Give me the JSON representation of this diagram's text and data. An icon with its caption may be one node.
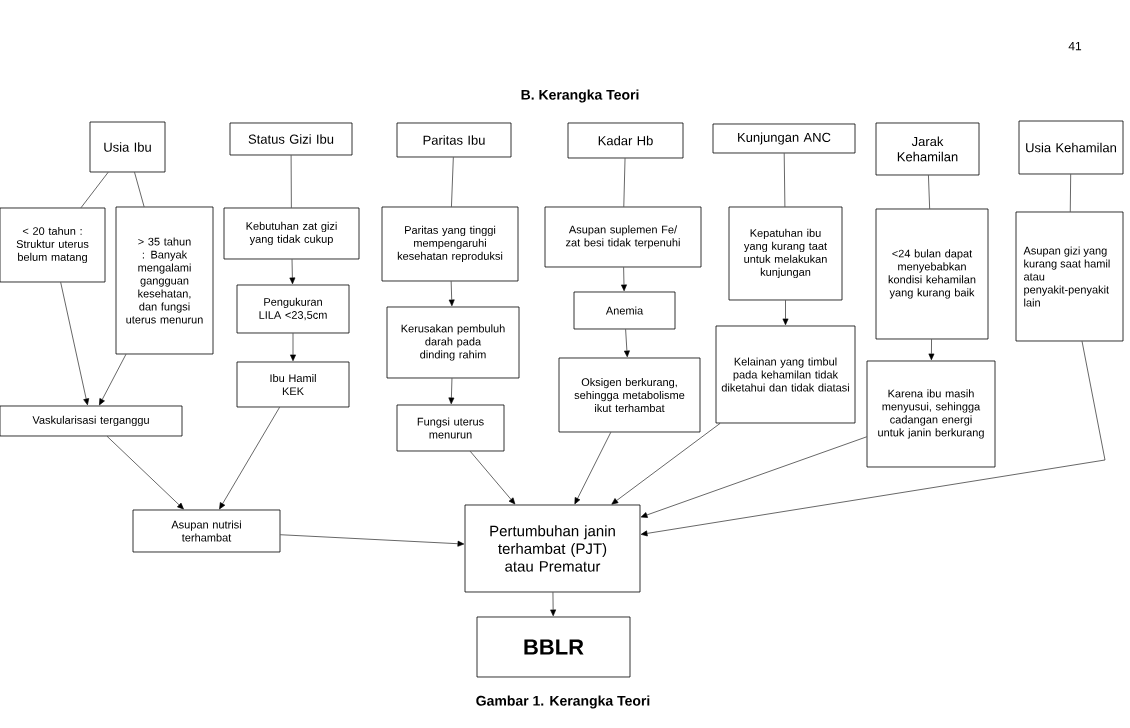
{
  "diagram": {
    "title": "B.  Kerangka Teori",
    "caption": "Gambar 1. Kerangka Teori",
    "nodes": [
      {
        "text": [
          "Usia Ibu"
        ]
      },
      {
        "text": [
          "Status Gizi Ibu"
        ]
      },
      {
        "text": [
          "Paritas Ibu"
        ]
      },
      {
        "text": [
          "Kadar Hb"
        ]
      },
      {
        "text": [
          "Kunjungan ANC"
        ]
      },
      {
        "text": [
          "Jarak Kehamilan"
        ]
      },
      {
        "text": [
          "Usia Kehamilan"
        ]
      },
      {
        "text": [
          "< 20 tahun : Struktur uterus belum matang"
        ]
      },
      {
        "text": [
          "> 35 tahun : Banyak mengalami gangguan kesehatan, dan fungsi uterus menurun"
        ]
      },
      {
        "text": [
          "Kebutuhan zat gizi yang tidak cukup"
        ]
      },
      {
        "text": [
          "Pengukuran LILA <23,5cm"
        ]
      },
      {
        "text": [
          "Ibu Hamil KEK"
        ]
      },
      {
        "text": [
          "Vaskularisasi terganggu"
        ]
      },
      {
        "text": [
          "Paritas yang tinggi mempengaruhi kesehatan reproduksi"
        ]
      },
      {
        "text": [
          "Kerusakan pembuluh darah pada dinding rahim"
        ]
      },
      {
        "text": [
          "Fungsi uterus menurun"
        ]
      },
      {
        "text": [
          "Asupan suplemen Fe/ zat besi tidak terpenuhi"
        ]
      },
      {
        "text": [
          "Anemia"
        ]
      },
      {
        "text": [
          "Oksigen berkurang, sehingga metabolisme ikut terhambat"
        ]
      },
      {
        "text": [
          "Kepatuhan ibu yang kurang taat untuk melakukan kunjungan"
        ]
      },
      {
        "text": [
          "Kelainan yang timbul pada kehamilan tidak diketahui dan tidak diatasi"
        ]
      },
      {
        "text": [
          "<24 bulan dapat menyebabkan kondisi kehamilan yang kurang baik"
        ]
      },
      {
        "text": [
          "Karena ibu masih menyusui, sehingga cadangan energi untuk janin berkurang"
        ]
      },
      {
        "text": [
          "Asupan gizi yang kurang saat hamil atau penyakit-penyakit lain"
        ]
      },
      {
        "text": [
          "Asupan nutrisi terhambat"
        ]
      },
      {
        "text": [
          "Pertumbuhan janin terhambat (PJT) atau Prematur"
        ]
      },
      {
        "text": [
          "BBLR"
        ]
      }
    ],
    "edges": [
      {
        "from": 0,
        "to": 7,
        "arrow": "none"
      },
      {
        "from": 0,
        "to": 8,
        "arrow": "none"
      },
      {
        "from": 1,
        "to": 9,
        "arrow": "none"
      },
      {
        "from": 9,
        "to": 10,
        "arrow": "to"
      },
      {
        "from": 10,
        "to": 11,
        "arrow": "to"
      },
      {
        "from": 7,
        "to": 12,
        "arrow": "to"
      },
      {
        "from": 8,
        "to": 12,
        "arrow": "to"
      },
      {
        "from": 2,
        "to": 13,
        "arrow": "none"
      },
      {
        "from": 13,
        "to": 14,
        "arrow": "to"
      },
      {
        "from": 14,
        "to": 15,
        "arrow": "to"
      },
      {
        "from": 3,
        "to": 16,
        "arrow": "none"
      },
      {
        "from": 16,
        "to": 17,
        "arrow": "to"
      },
      {
        "from": 17,
        "to": 18,
        "arrow": "to"
      },
      {
        "from": 4,
        "to": 19,
        "arrow": "none"
      },
      {
        "from": 19,
        "to": 20,
        "arrow": "to"
      },
      {
        "from": 5,
        "to": 21,
        "arrow": "none"
      },
      {
        "from": 21,
        "to": 22,
        "arrow": "to"
      },
      {
        "from": 6,
        "to": 23,
        "arrow": "none"
      },
      {
        "from": 12,
        "to": 24,
        "arrow": "to"
      },
      {
        "from": 11,
        "to": 24,
        "arrow": "to"
      },
      {
        "from": 24,
        "to": 25,
        "arrow": "to"
      },
      {
        "from": 15,
        "to": 25,
        "arrow": "to"
      },
      {
        "from": 18,
        "to": 25,
        "arrow": "to"
      },
      {
        "from": 20,
        "to": 25,
        "arrow": "to"
      },
      {
        "from": 22,
        "to": 25,
        "arrow": "to"
      },
      {
        "from": 23,
        "to": 25,
        "arrow": "to"
      },
      {
        "from": 25,
        "to": 26,
        "arrow": "to"
      }
    ],
    "labels": [
      "41"
    ]
  }
}
